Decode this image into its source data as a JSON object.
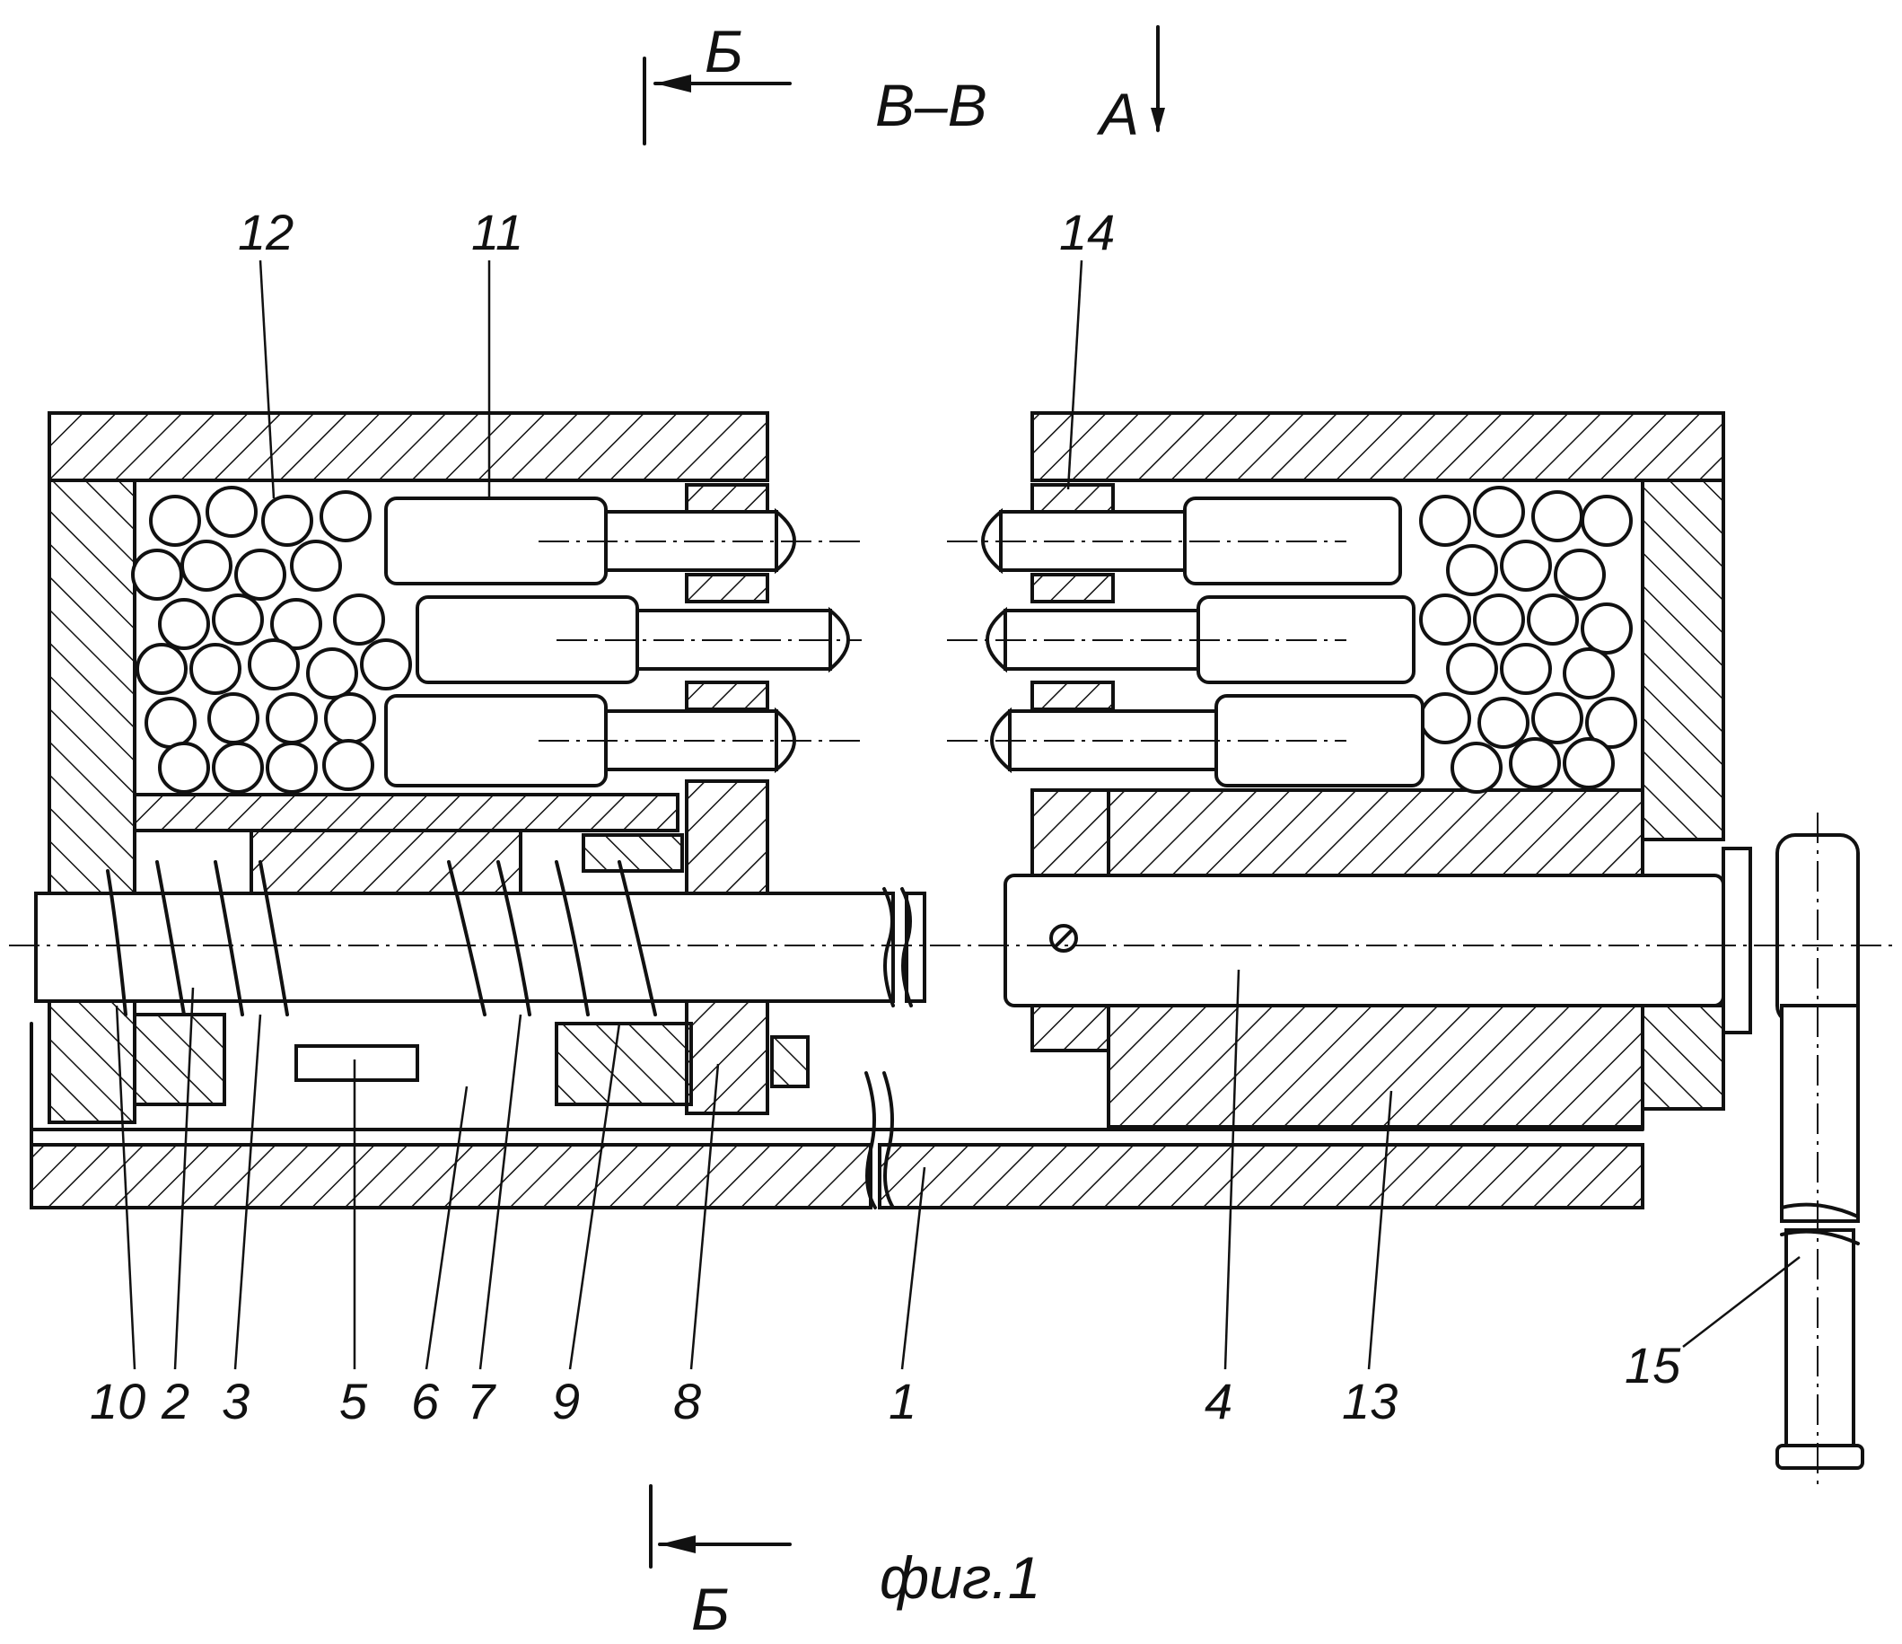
{
  "section_marks": {
    "left_letter_top": "Б",
    "title": "В–В",
    "right_letter": "А",
    "left_letter_bottom": "Б"
  },
  "caption": "фиг.1",
  "part_labels": {
    "top": [
      "12",
      "11",
      "14"
    ],
    "bottom": [
      "10",
      "2",
      "3",
      "5",
      "6",
      "7",
      "9",
      "8",
      "1",
      "4",
      "13",
      "15"
    ]
  }
}
